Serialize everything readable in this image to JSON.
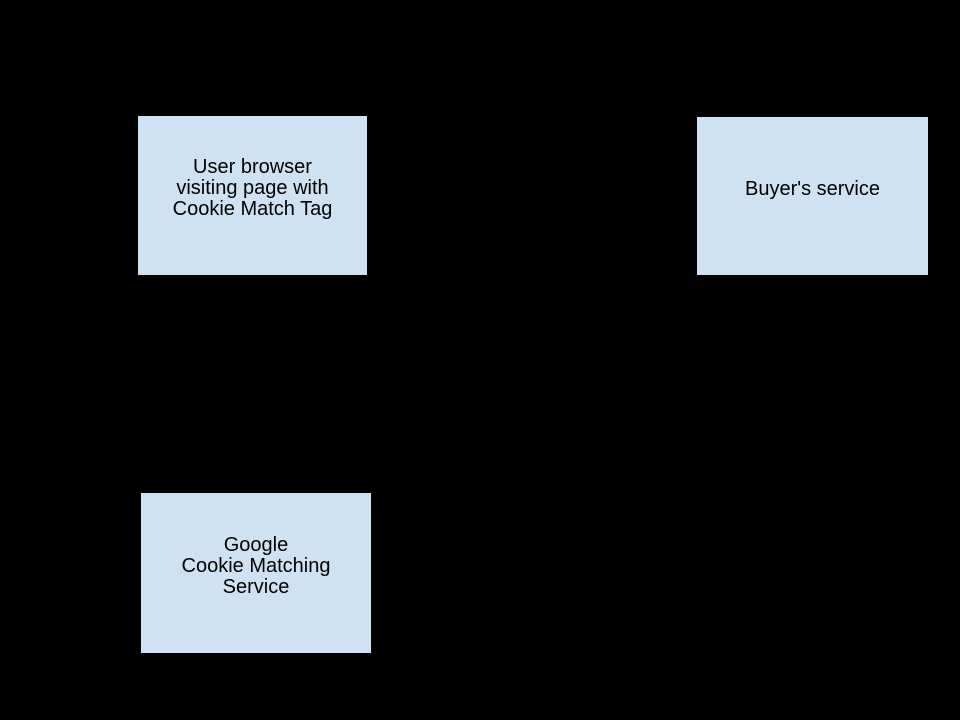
{
  "diagram": {
    "nodes": [
      {
        "id": "user-browser",
        "label": "User browser\nvisiting page with\nCookie Match Tag"
      },
      {
        "id": "buyers-service",
        "label": "Buyer's service"
      },
      {
        "id": "google-cookie-matching-service",
        "label": "Google\nCookie Matching\nService"
      }
    ]
  },
  "colors": {
    "background": "#000000",
    "node_fill": "#cfe2f3",
    "node_border": "#000000",
    "node_text": "#000000"
  }
}
